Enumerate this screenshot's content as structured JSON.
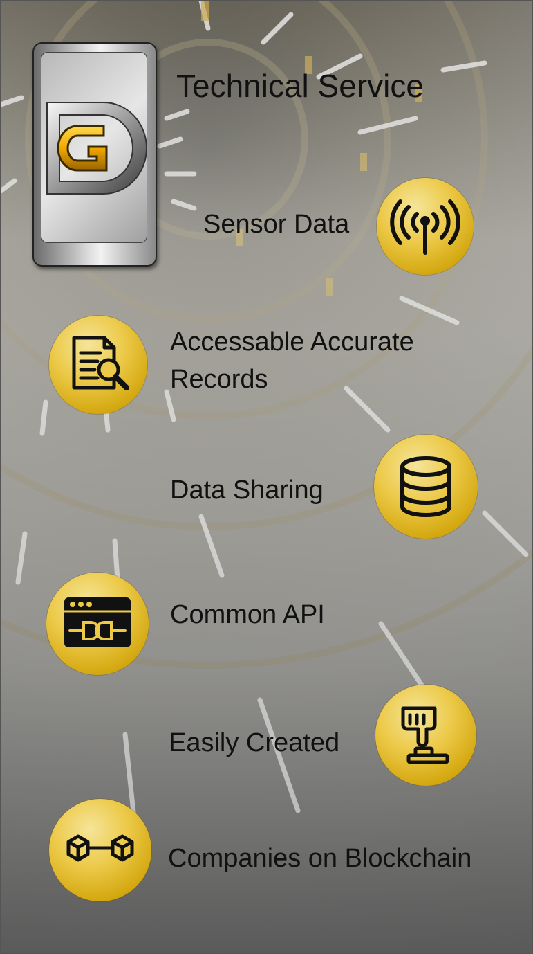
{
  "header": {
    "title": "Technical Service",
    "logo_letters": "DG"
  },
  "features": [
    {
      "label": "Sensor Data",
      "icon": "antenna-signal-icon"
    },
    {
      "label": "Accessable Accurate Records",
      "label_line1": "Accessable Accurate",
      "label_line2": "Records",
      "icon": "document-search-icon"
    },
    {
      "label": "Data Sharing",
      "icon": "database-icon"
    },
    {
      "label": "Common API",
      "icon": "api-window-plug-icon"
    },
    {
      "label": "Easily Created",
      "icon": "hand-press-button-icon"
    },
    {
      "label": "Companies on Blockchain",
      "icon": "linked-cubes-icon"
    }
  ],
  "colors": {
    "accent_gold": "#e2bb2a",
    "text": "#111111"
  }
}
